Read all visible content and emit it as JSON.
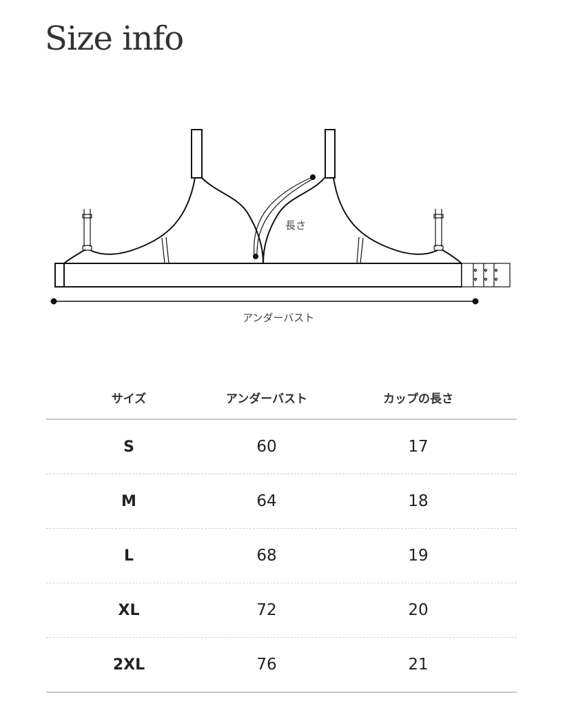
{
  "title": "Size info",
  "diagram": {
    "cup_length_label": "長さ",
    "underbust_label": "アンダーバスト"
  },
  "table": {
    "headers": [
      "サイズ",
      "アンダーバスト",
      "カップの長さ"
    ],
    "rows": [
      [
        "S",
        "60",
        "17"
      ],
      [
        "M",
        "64",
        "18"
      ],
      [
        "L",
        "68",
        "19"
      ],
      [
        "XL",
        "72",
        "20"
      ],
      [
        "2XL",
        "76",
        "21"
      ]
    ]
  }
}
